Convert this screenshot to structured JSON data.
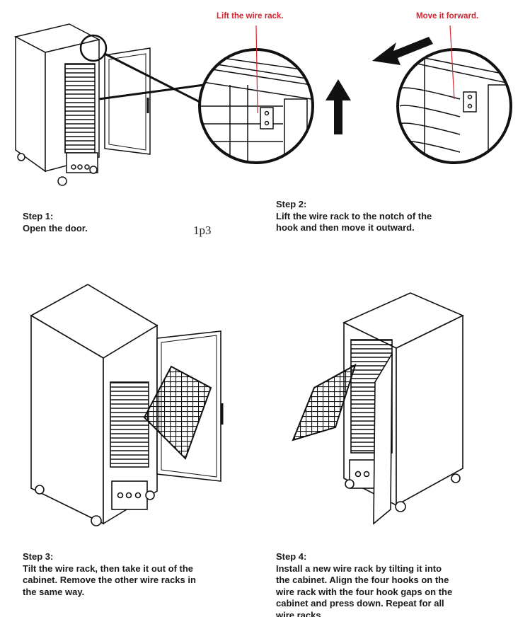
{
  "callouts": {
    "lift": "Lift the wire rack.",
    "forward": "Move it forward."
  },
  "page_code": "1p3",
  "steps": [
    {
      "title": "Step 1:",
      "lines": [
        "Open the door."
      ]
    },
    {
      "title": "Step 2:",
      "lines": [
        "Lift the wire rack to the notch of the",
        "hook and then move it outward."
      ]
    },
    {
      "title": "Step 3:",
      "lines": [
        "Tilt the wire rack, then take it out of the",
        "cabinet. Remove the other wire racks in",
        "the same way."
      ]
    },
    {
      "title": "Step 4:",
      "lines": [
        "Install a new wire rack by tilting it into",
        "the cabinet. Align the four hooks on the",
        "wire rack with the four hook gaps on the",
        "cabinet and press down. Repeat for all",
        "wire racks."
      ]
    }
  ],
  "colors": {
    "callout_red": "#d4252f",
    "line_art": "#111111"
  }
}
